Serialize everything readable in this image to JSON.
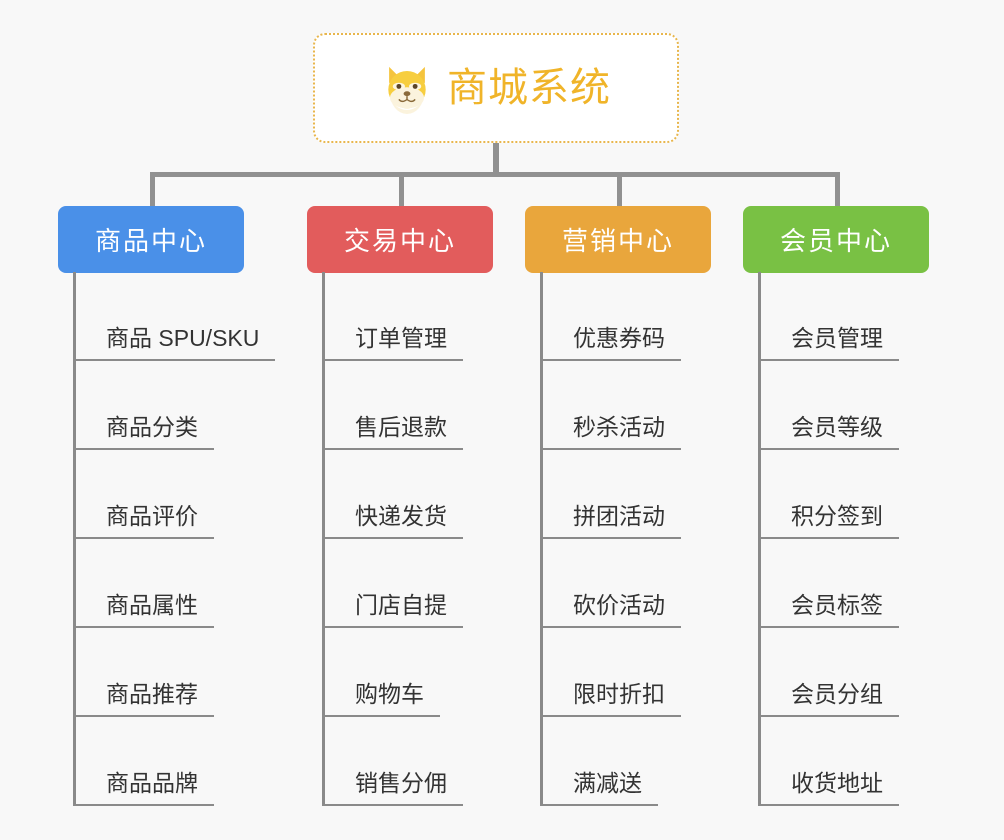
{
  "page": {
    "background_color": "#f8f8f8",
    "line_color": "#919191"
  },
  "root": {
    "icon": "dog-face-emoji",
    "title": "商城系统",
    "text_color": "#f0b429",
    "border_color": "#e8b64c",
    "background_color": "#ffffff"
  },
  "categories": [
    {
      "label": "商品中心",
      "color": "#4a90e8",
      "items": [
        {
          "label": "商品 SPU/SKU"
        },
        {
          "label": "商品分类"
        },
        {
          "label": "商品评价"
        },
        {
          "label": "商品属性"
        },
        {
          "label": "商品推荐"
        },
        {
          "label": "商品品牌"
        }
      ]
    },
    {
      "label": "交易中心",
      "color": "#e25c5c",
      "items": [
        {
          "label": "订单管理"
        },
        {
          "label": "售后退款"
        },
        {
          "label": "快递发货"
        },
        {
          "label": "门店自提"
        },
        {
          "label": "购物车"
        },
        {
          "label": "销售分佣"
        }
      ]
    },
    {
      "label": "营销中心",
      "color": "#e9a63c",
      "items": [
        {
          "label": "优惠券码"
        },
        {
          "label": "秒杀活动"
        },
        {
          "label": "拼团活动"
        },
        {
          "label": "砍价活动"
        },
        {
          "label": "限时折扣"
        },
        {
          "label": "满减送"
        }
      ]
    },
    {
      "label": "会员中心",
      "color": "#79c144",
      "items": [
        {
          "label": "会员管理"
        },
        {
          "label": "会员等级"
        },
        {
          "label": "积分签到"
        },
        {
          "label": "会员标签"
        },
        {
          "label": "会员分组"
        },
        {
          "label": "收货地址"
        }
      ]
    }
  ]
}
